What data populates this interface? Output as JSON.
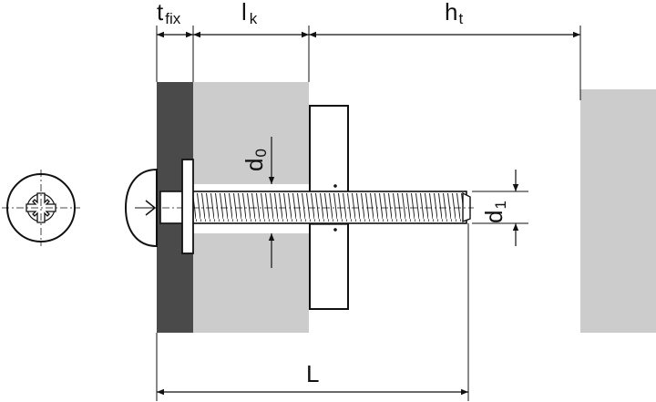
{
  "labels": {
    "tfix_main": "t",
    "tfix_sub": "fix",
    "lk_main": "l",
    "lk_sub": "k",
    "ht_main": "h",
    "ht_sub": "t",
    "d0_main": "d",
    "d0_sub": "0",
    "d1_main": "d",
    "d1_sub": "1",
    "L": "L"
  },
  "colors": {
    "fixture": "#4a4a4a",
    "substrate": "#cccccc",
    "outline": "#111111",
    "background": "#ffffff"
  },
  "icons": {
    "screw_head_front": "pozidriv-cross-recess",
    "dimension_arrow": "filled-arrowhead"
  }
}
